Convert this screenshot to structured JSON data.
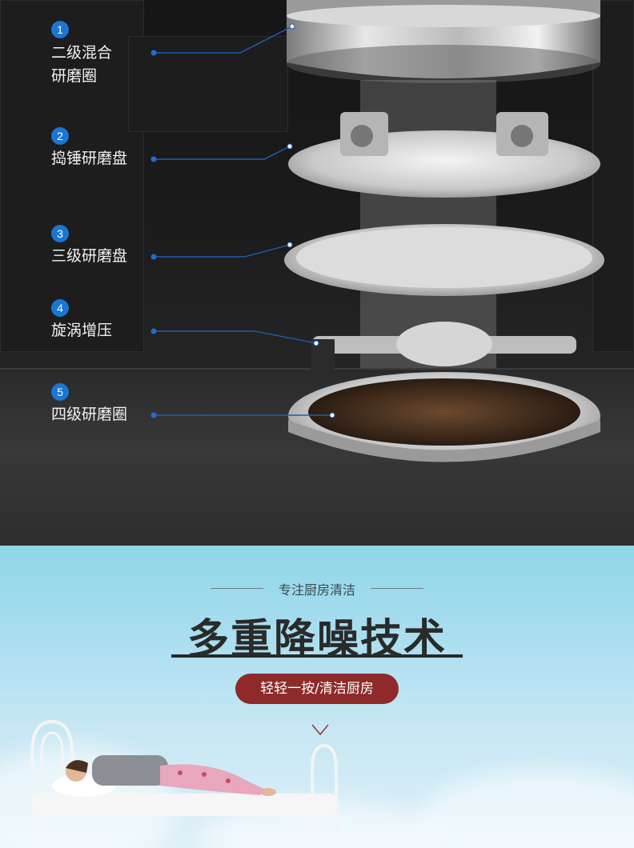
{
  "parts": [
    {
      "number": "1",
      "label_lines": [
        "二级混合",
        "研磨圈"
      ]
    },
    {
      "number": "2",
      "label_lines": [
        "捣锤研磨盘"
      ]
    },
    {
      "number": "3",
      "label_lines": [
        "三级研磨盘"
      ]
    },
    {
      "number": "4",
      "label_lines": [
        "旋涡增压"
      ]
    },
    {
      "number": "5",
      "label_lines": [
        "四级研磨圈"
      ]
    }
  ],
  "section2": {
    "subtitle": "专注厨房清洁",
    "headline": "多重降噪技术",
    "pill": "轻轻一按/清洁厨房"
  },
  "colors": {
    "badge_blue": "#1976d2",
    "pill_red": "#8e2a2a",
    "sky": "#a9def0"
  },
  "icons": [
    "chevron-down-icon"
  ]
}
